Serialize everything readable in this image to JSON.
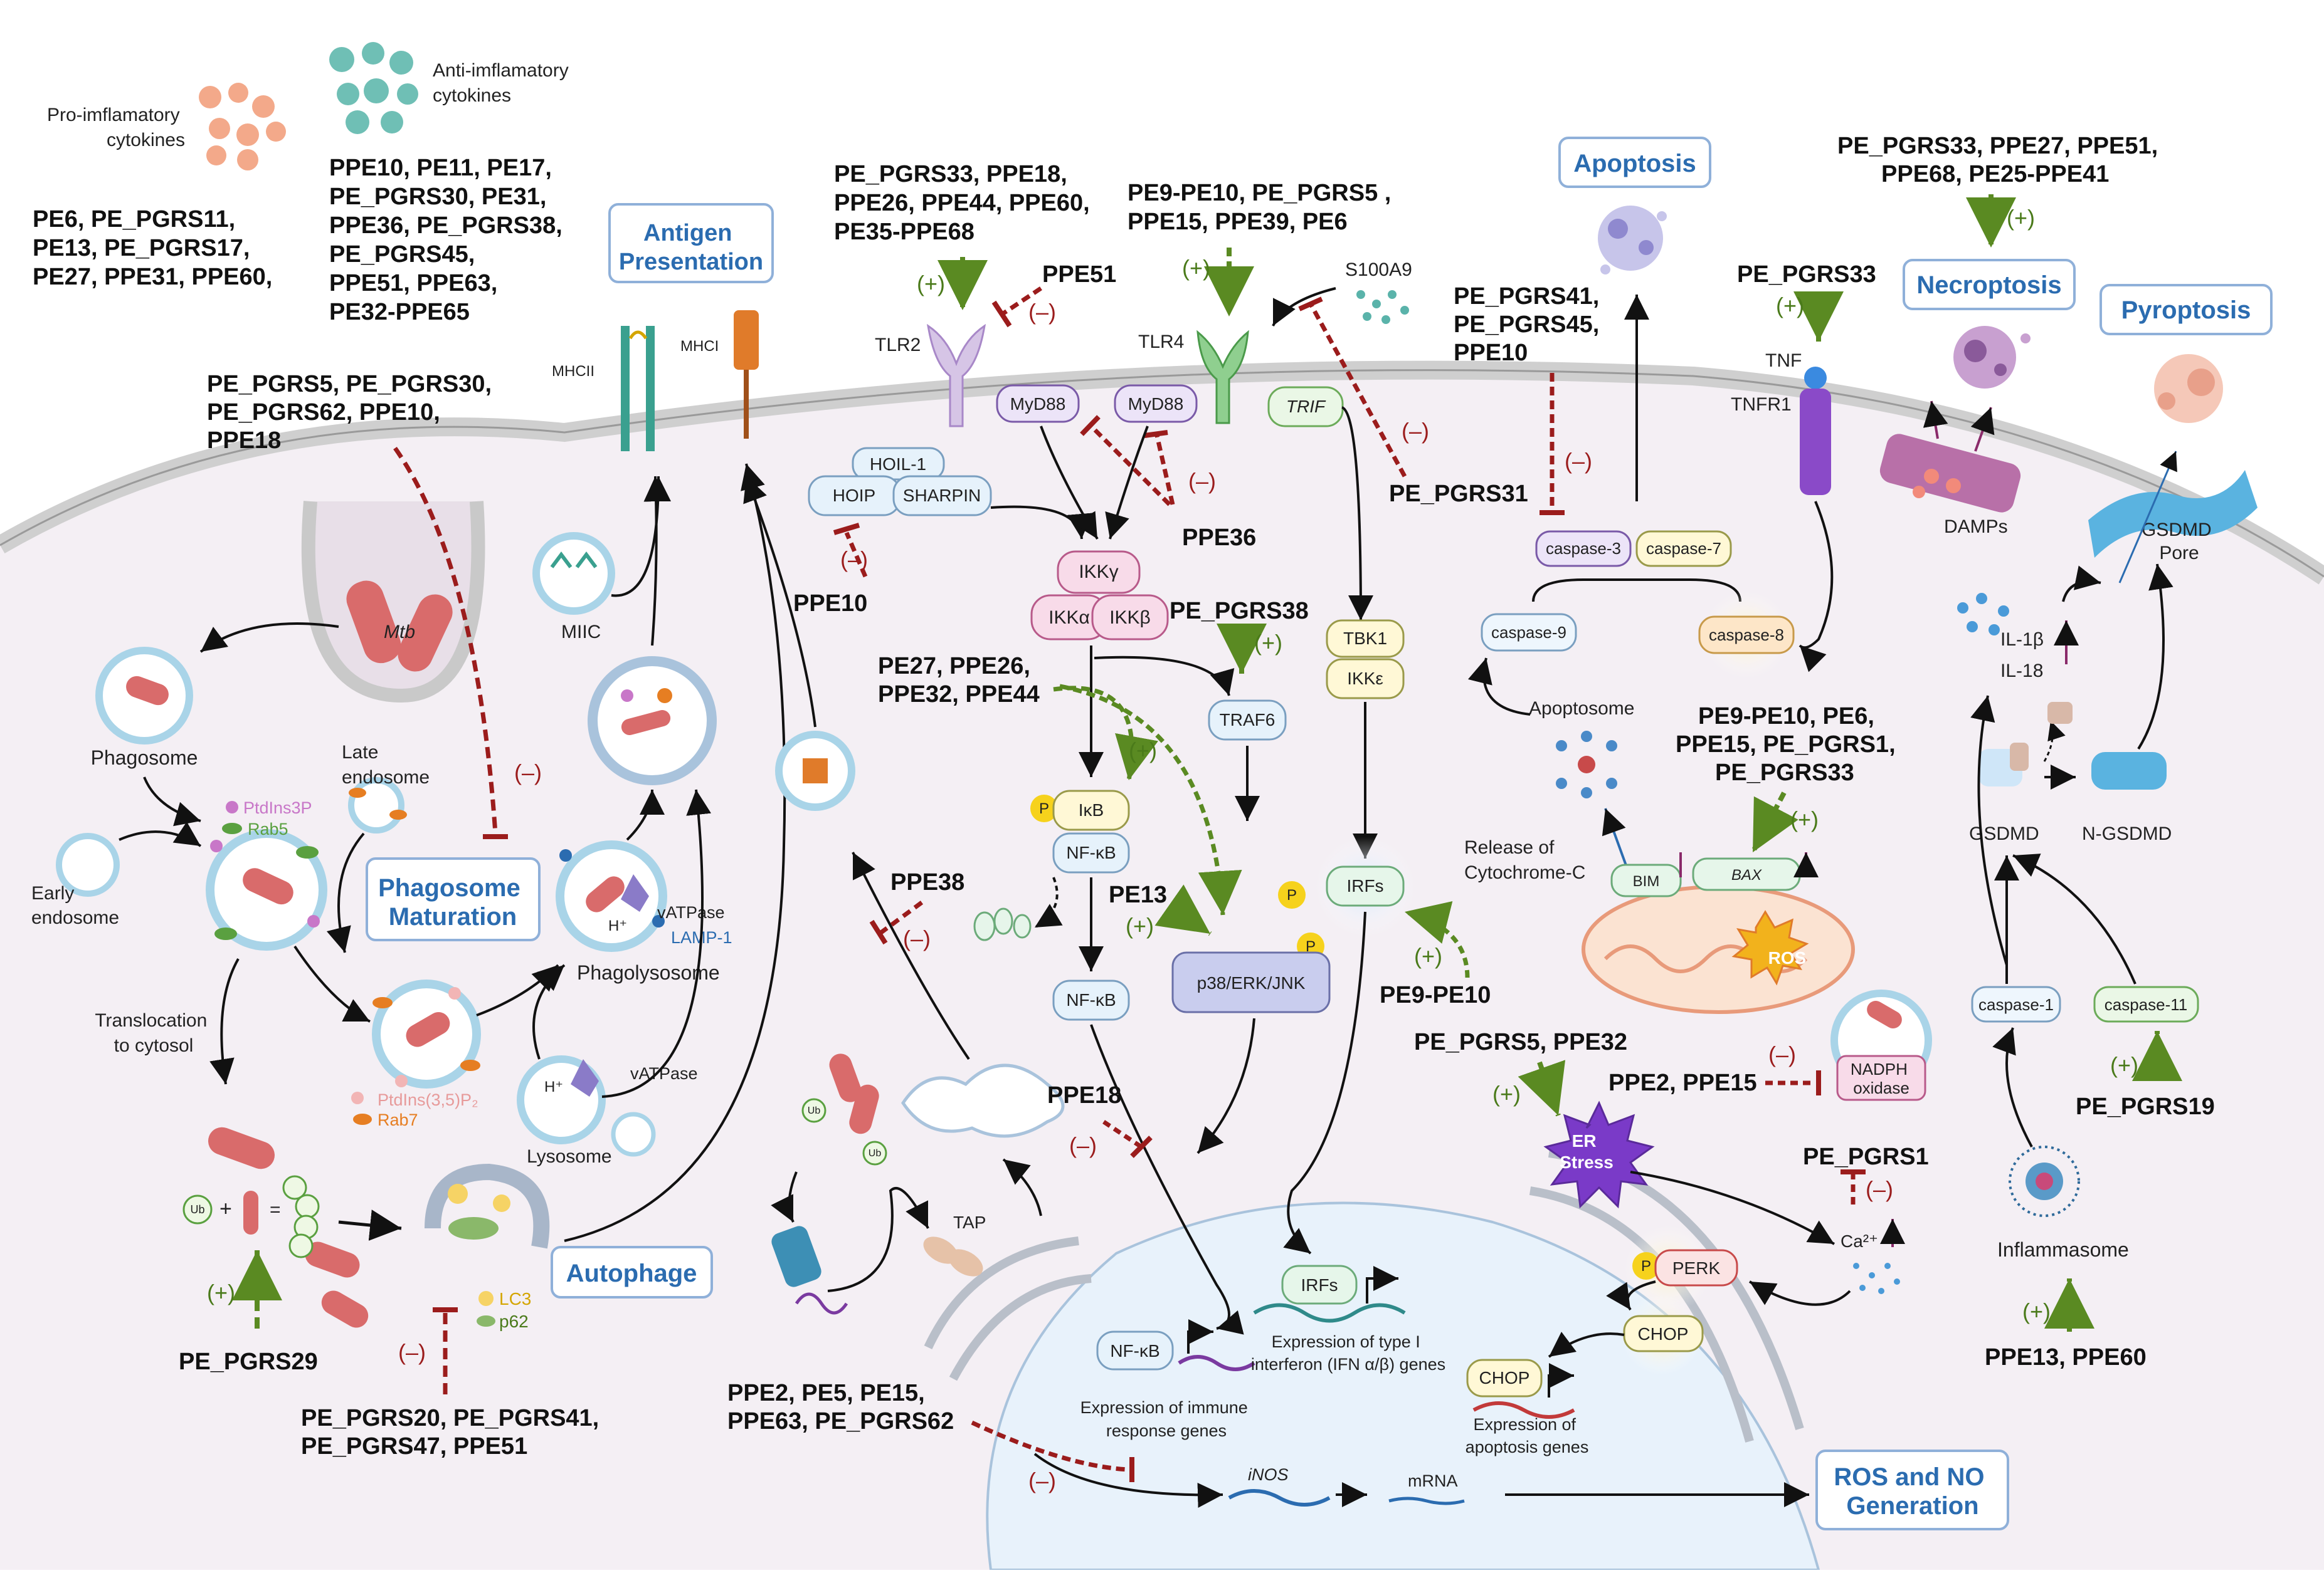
{
  "colors": {
    "activate": "#5a8a22",
    "inhibit": "#9b1c1c",
    "box_border": "#8fb0d9",
    "box_text": "#2b6cb0",
    "membrane": "#c9c9c9",
    "cytoplasm": "#f3eef3",
    "nucleus": "#eaf3fb"
  },
  "cytokines": {
    "pro": "Pro-imflamatory cytokines",
    "pro_l1": "Pro-imflamatory",
    "pro_l2": "cytokines",
    "anti_l1": "Anti-imflamatory",
    "anti_l2": "cytokines",
    "pro_list": [
      "PE6, PE_PGRS11,",
      "PE13, PE_PGRS17,",
      "PE27, PPE31, PPE60,"
    ],
    "anti_list": [
      "PPE10, PE11, PE17,",
      "PE_PGRS30, PE31,",
      "PPE36, PE_PGRS38,",
      "PE_PGRS45,",
      "PPE51, PPE63,",
      "PE32-PPE65"
    ]
  },
  "boxes": {
    "antigen_l1": "Antigen",
    "antigen_l2": "Presentation",
    "phagosome_l1": "Phagosome",
    "phagosome_l2": "Maturation",
    "autophage": "Autophage",
    "apoptosis": "Apoptosis",
    "necroptosis": "Necroptosis",
    "pyroptosis": "Pyroptosis",
    "ros_l1": "ROS and NO",
    "ros_l2": "Generation"
  },
  "pathogen_groups": {
    "pgrs5": [
      "PE_PGRS5, PE_PGRS30,",
      "PE_PGRS62, PPE10,",
      "PPE18"
    ],
    "tlr2_plus": [
      "PE_PGRS33, PPE18,",
      "PPE26, PPE44, PPE60,",
      "PE35-PPE68"
    ],
    "tlr2_minus": "PPE51",
    "tlr4_plus": [
      "PE9-PE10, PE_PGRS5 ,",
      "PPE15,  PPE39, PE6"
    ],
    "s100_minus": "PE_PGRS31",
    "hoip_minus": "PPE10",
    "myd_minus": "PPE36",
    "ikk_plus": "PE_PGRS38",
    "p38_group": [
      "PE27, PPE26,",
      "PPE32, PPE44"
    ],
    "pe13": "PE13",
    "ppe38": "PPE38",
    "ppe18": "PPE18",
    "irf_plus": "PE9-PE10",
    "casp_minus": [
      "PE_PGRS41,",
      "PE_PGRS45,",
      "PPE10"
    ],
    "tnf_plus": "PE_PGRS33",
    "necro_plus": [
      "PE_PGRS33, PPE27, PPE51,",
      "PPE68, PE25-PPE41"
    ],
    "bax_plus": [
      "PE9-PE10, PE6,",
      "PPE15, PE_PGRS1,",
      "PE_PGRS33"
    ],
    "er_plus": "PE_PGRS5,  PPE32",
    "nadph_minus": "PPE2, PPE15",
    "ca_minus": "PE_PGRS1",
    "casp11_plus": "PE_PGRS19",
    "inflam_plus": "PPE13, PPE60",
    "ub_plus": "PE_PGRS29",
    "lc3_minus": [
      "PE_PGRS20, PE_PGRS41,",
      "PE_PGRS47, PPE51"
    ],
    "inos_minus": [
      "PPE2, PE5, PE15,",
      "PPE63, PE_PGRS62"
    ]
  },
  "signs": {
    "plus": "(+)",
    "minus": "(–)"
  },
  "molecules": {
    "tlr2": "TLR2",
    "tlr4": "TLR4",
    "s100a9": "S100A9",
    "myd88": "MyD88",
    "trif": "TRIF",
    "hoil": "HOIL-1",
    "hoip": "HOIP",
    "sharpin": "SHARPIN",
    "ikkg": "IKKγ",
    "ikka": "IKKα",
    "ikkb": "IKKβ",
    "traf6": "TRAF6",
    "tbk1": "TBK1",
    "ikke": "IKKε",
    "ikb": "IκB",
    "nfkb": "NF-κB",
    "p": "P",
    "p38": "p38/ERK/JNK",
    "irfs": "IRFs",
    "irfs_dna": "IRFs",
    "casp3": "caspase-3",
    "casp7": "caspase-7",
    "casp9": "caspase-9",
    "casp8": "caspase-8",
    "tnf": "TNF",
    "tnfr1": "TNFR1",
    "damps": "DAMPs",
    "gsdmd_pore_l1": "GSDMD",
    "gsdmd_pore_l2": "Pore",
    "il1b": "IL-1β",
    "il18": "IL-18",
    "gsdmd": "GSDMD",
    "ngsdmd": "N-GSDMD",
    "casp1": "caspase-1",
    "casp11": "caspase-11",
    "inflammasome": "Inflammasome",
    "apoptosome": "Apoptosome",
    "cytc_l1": "Release of",
    "cytc_l2": "Cytochrome-C",
    "bim": "BIM",
    "bax": "BAX",
    "ros": "ROS",
    "nadph_l1": "NADPH",
    "nadph_l2": "oxidase",
    "er_l1": "ER",
    "er_l2": "Stress",
    "perk": "PERK",
    "chop": "CHOP",
    "ca": "Ca²⁺",
    "mhcii": "MHCII",
    "mhci": "MHCI",
    "miic": "MIIC",
    "mtb": "Mtb",
    "phagosome": "Phagosome",
    "late_l1": "Late",
    "late_l2": "endosome",
    "early_l1": "Early",
    "early_l2": "endosome",
    "ptdins3p": "PtdIns3P",
    "rab5": "Rab5",
    "ptdins35": "PtdIns(3,5)P₂",
    "rab7": "Rab7",
    "vatpase": "vATPase",
    "lamp1": "LAMP-1",
    "hplus": "H⁺",
    "phagolysosome": "Phagolysosome",
    "lysosome": "Lysosome",
    "transloc_l1": "Translocation",
    "transloc_l2": "to cytosol",
    "ub": "Ub",
    "lc3": "LC3",
    "p62": "p62",
    "tap": "TAP",
    "nfkb_dna": "NF-κB",
    "immune_l1": "Expression of immune",
    "immune_l2": "response genes",
    "ifn_l1": "Expression of type I",
    "ifn_l2": "interferon (IFN α/β) genes",
    "apop_genes_l1": "Expression of",
    "apop_genes_l2": "apoptosis genes",
    "inos": "iNOS",
    "mrna": "mRNA"
  }
}
